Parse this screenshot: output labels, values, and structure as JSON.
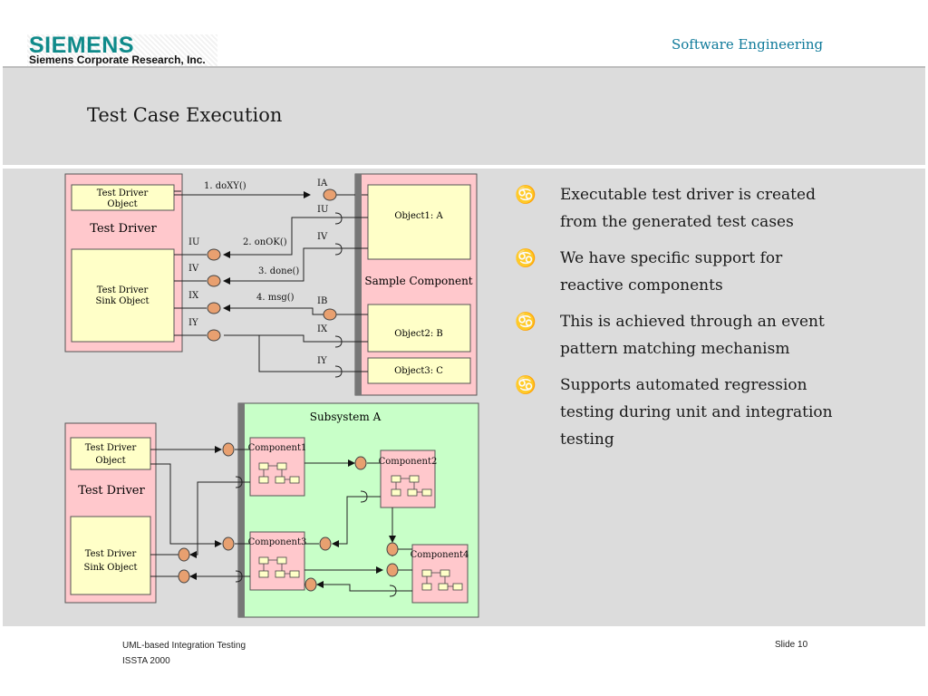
{
  "logo": {
    "brand": "SIEMENS",
    "subtitle": "Siemens Corporate Research, Inc."
  },
  "header": {
    "right_text": "Software Engineering"
  },
  "slide": {
    "title": "Test Case Execution"
  },
  "diagram_top": {
    "test_driver_object": [
      "Test Driver",
      "Object"
    ],
    "test_driver_label": "Test Driver",
    "test_driver_sink": [
      "Test Driver",
      "Sink Object"
    ],
    "messages": [
      "1. doXY()",
      "2. onOK()",
      "3. done()",
      "4. msg()"
    ],
    "left_ifaces": [
      "IU",
      "IV",
      "IX",
      "IY"
    ],
    "right_ifaces": [
      "IA",
      "IU",
      "IV",
      "IB",
      "IX",
      "IY"
    ],
    "object1": "Object1: A",
    "sample_component": "Sample Component",
    "object2": "Object2: B",
    "object3": "Object3: C"
  },
  "diagram_bottom": {
    "subsystem": "Subsystem A",
    "test_driver_object": [
      "Test Driver",
      "Object"
    ],
    "test_driver_label": "Test Driver",
    "test_driver_sink": [
      "Test Driver",
      "Sink Object"
    ],
    "components": [
      "Component1",
      "Component2",
      "Component3",
      "Component4"
    ]
  },
  "bullets": {
    "symbol": "♋",
    "items": [
      "Executable test driver is created from the generated test cases",
      "We have specific support for reactive components",
      "This is achieved through an event pattern matching mechanism",
      "Supports automated regression testing during unit and integration testing"
    ]
  },
  "footer": {
    "line1": "UML-based Integration Testing",
    "line2": "ISSTA 2000",
    "slide_label": "Slide 10"
  },
  "colors": {
    "pink": "#ffc8cc",
    "yellow": "#ffffc8",
    "green": "#c8ffc8",
    "orange": "#e8a070",
    "teal": "#0f8a8a",
    "band_gray": "#dcdcdc"
  }
}
